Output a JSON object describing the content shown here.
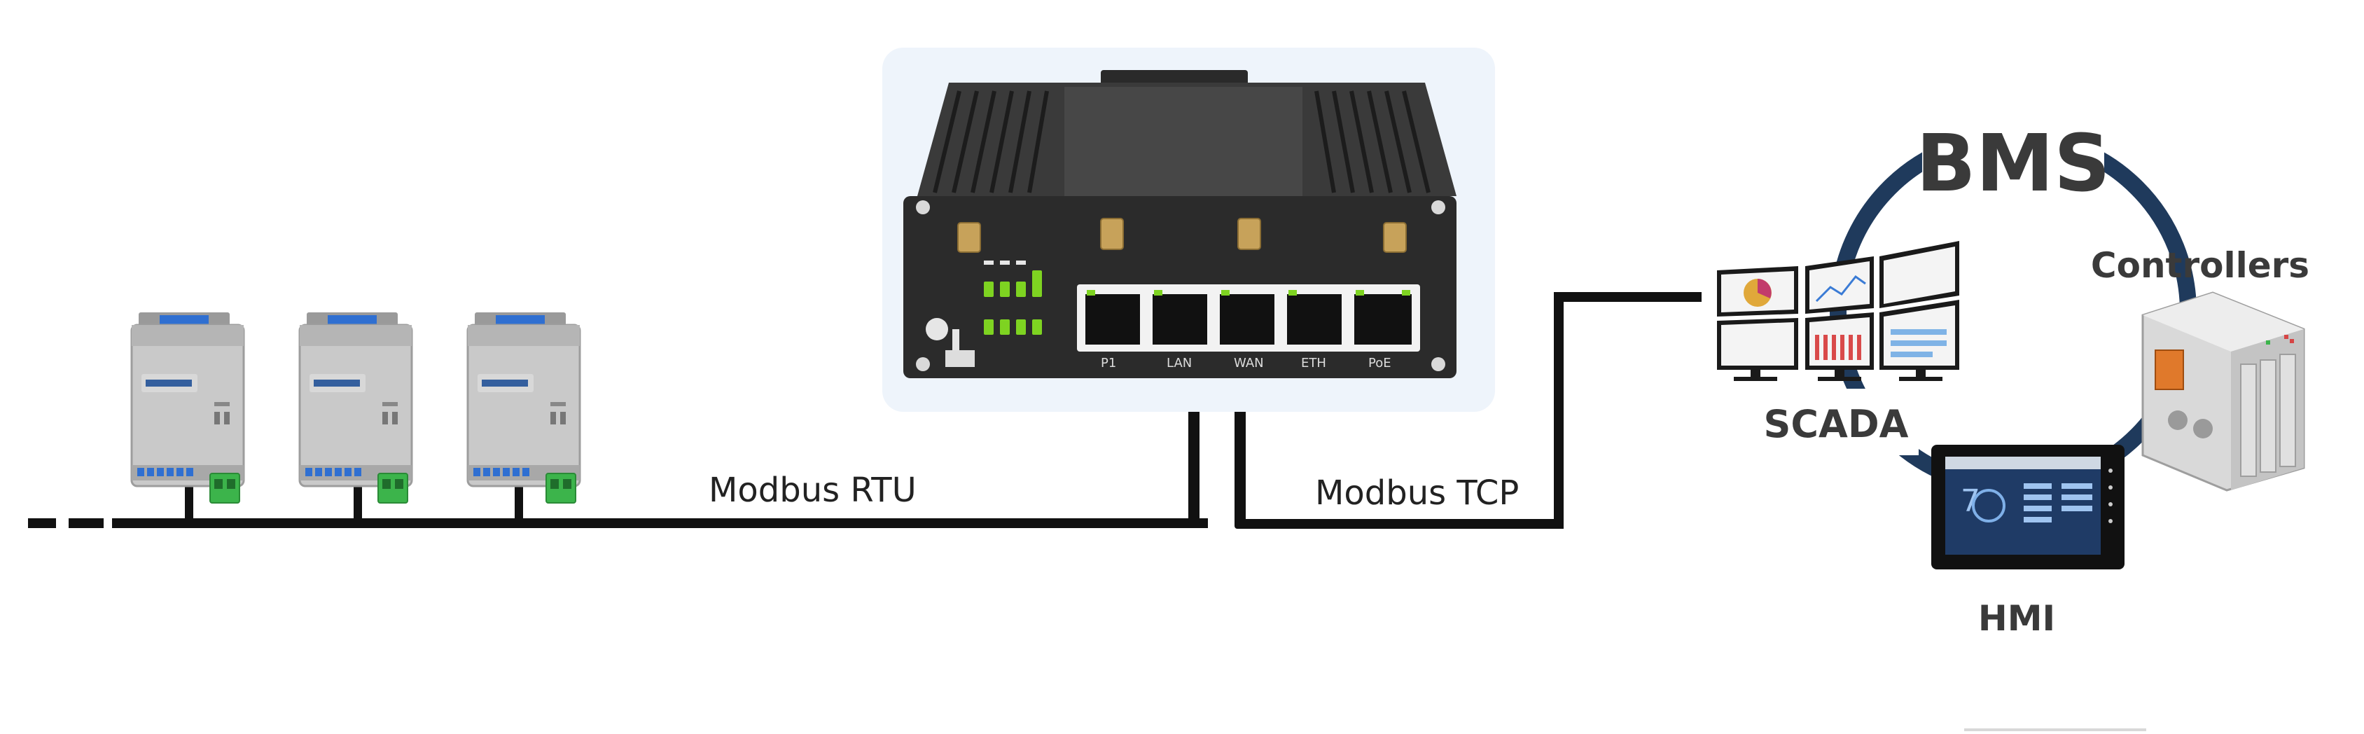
{
  "labels": {
    "modbus_rtu": "Modbus RTU",
    "modbus_tcp": "Modbus TCP",
    "bms": "BMS",
    "controllers": "Controllers",
    "scada": "SCADA",
    "hmi": "HMI"
  },
  "gateway_port_labels": [
    "P1",
    "LAN",
    "WAN",
    "ETH",
    "PoE"
  ],
  "colors": {
    "line": "#111111",
    "ring": "#1f3a5c",
    "gateway_body": "#2b2b2b",
    "led_green": "#7ed321",
    "module_body": "#c8c8c8",
    "terminal_green": "#3cb44b",
    "terminal_blue": "#2f6fd1",
    "label_text": "#3a3a3a"
  },
  "icons": {
    "modules": "din-rail-module-icon",
    "gateway": "industrial-router-icon",
    "scada": "monitor-wall-icon",
    "controllers": "plc-controller-icon",
    "hmi": "touch-panel-icon"
  }
}
